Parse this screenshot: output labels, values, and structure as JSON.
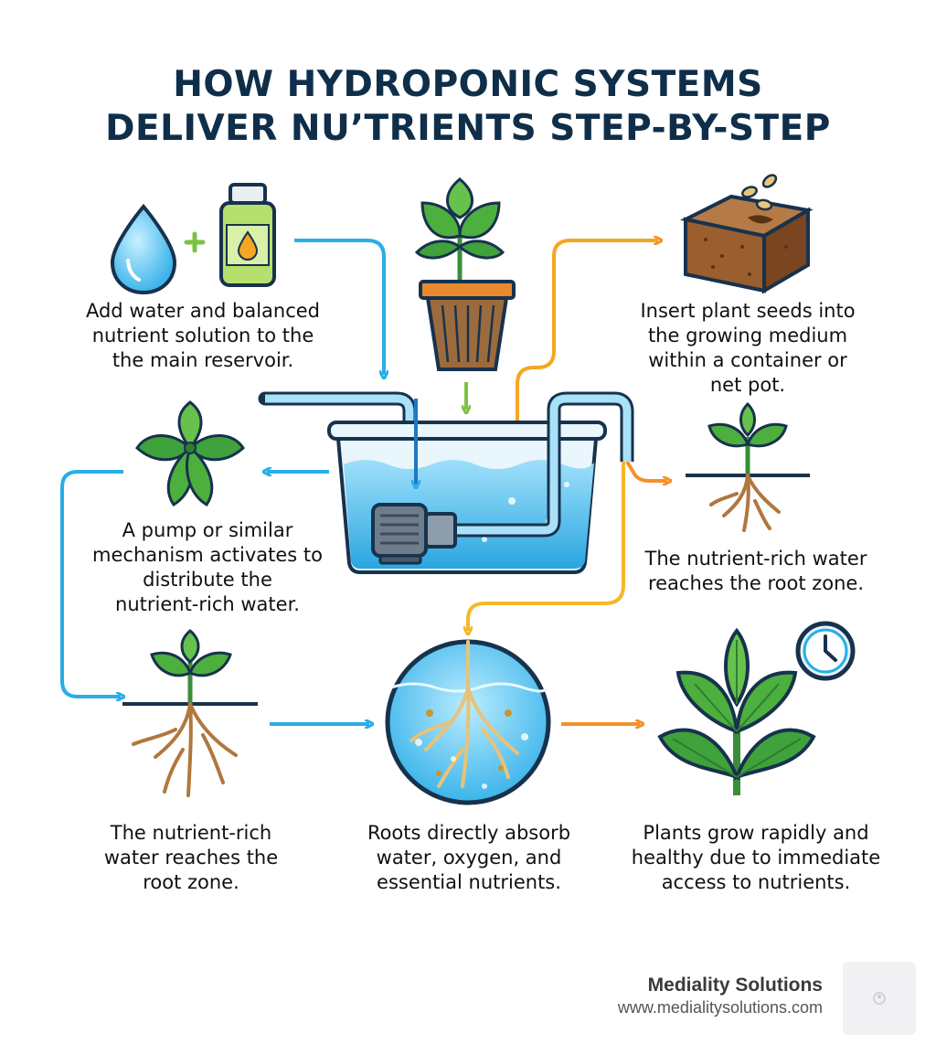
{
  "title": {
    "line1": "HOW HYDROPONIC SYSTEMS",
    "line2": "DELIVER NU’TRIENTS STEP-BY-STEP"
  },
  "steps": {
    "add_water": [
      "Add water and balanced",
      "nutrient solution to the",
      "the main reservoir."
    ],
    "insert_seeds": [
      "Insert plant seeds into",
      "the growing medium",
      "within a container or",
      "net pot."
    ],
    "pump": [
      "A pump or similar",
      "mechanism activates to",
      "distribute the",
      "nutrient-rich water."
    ],
    "reaches_root_right": [
      "The nutrient-rich water",
      "reaches the root zone."
    ],
    "reaches_root_left": [
      "The nutrient-rich",
      "water reaches the",
      "root zone."
    ],
    "roots_absorb": [
      "Roots directly absorb",
      "water, oxygen, and",
      "essential nutrients."
    ],
    "plants_grow": [
      "Plants grow rapidly and",
      "healthy due to immediate",
      "access to nutrients."
    ]
  },
  "brand": {
    "name": "Mediality Solutions",
    "url": "www.medialitysolutions.com"
  },
  "icons": [
    "water-drop-icon",
    "plus-icon",
    "nutrient-bottle-icon",
    "potted-plant-icon",
    "growing-medium-icon",
    "leafy-plant-icon",
    "reservoir-tank-icon",
    "water-pump-icon",
    "rooted-seedling-icon",
    "root-absorption-icon",
    "large-plant-icon",
    "clock-icon",
    "brand-logo"
  ],
  "colors": {
    "title": "#0f2e4a",
    "water_arrow": "#29aee6",
    "nutrient_arrow": "#f5a623",
    "absorb_arrow": "#f58d2a",
    "leaf": "#3aa43a",
    "water": "#4fc3f7",
    "outline": "#17324d"
  }
}
